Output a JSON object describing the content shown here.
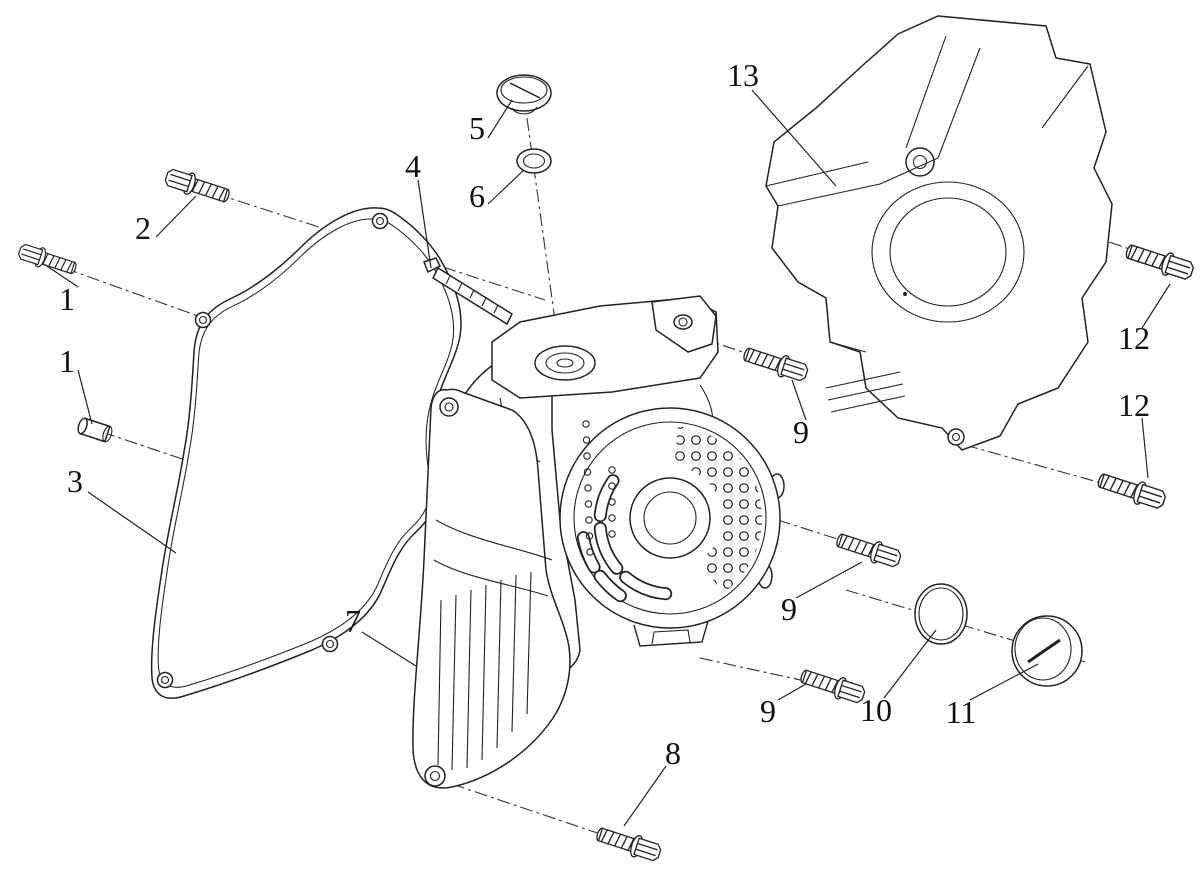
{
  "diagram": {
    "background_color": "#ffffff",
    "line_color": "#222222",
    "callouts": [
      {
        "id": "callout-1-upper",
        "label": "1"
      },
      {
        "id": "callout-1-lower",
        "label": "1"
      },
      {
        "id": "callout-2",
        "label": "2"
      },
      {
        "id": "callout-3",
        "label": "3"
      },
      {
        "id": "callout-4",
        "label": "4"
      },
      {
        "id": "callout-5",
        "label": "5"
      },
      {
        "id": "callout-6",
        "label": "6"
      },
      {
        "id": "callout-7",
        "label": "7"
      },
      {
        "id": "callout-8",
        "label": "8"
      },
      {
        "id": "callout-9-top",
        "label": "9"
      },
      {
        "id": "callout-9-mid",
        "label": "9"
      },
      {
        "id": "callout-9-bot",
        "label": "9"
      },
      {
        "id": "callout-10",
        "label": "10"
      },
      {
        "id": "callout-11",
        "label": "11"
      },
      {
        "id": "callout-12-upper",
        "label": "12"
      },
      {
        "id": "callout-12-lower",
        "label": "12"
      },
      {
        "id": "callout-13",
        "label": "13"
      }
    ]
  }
}
